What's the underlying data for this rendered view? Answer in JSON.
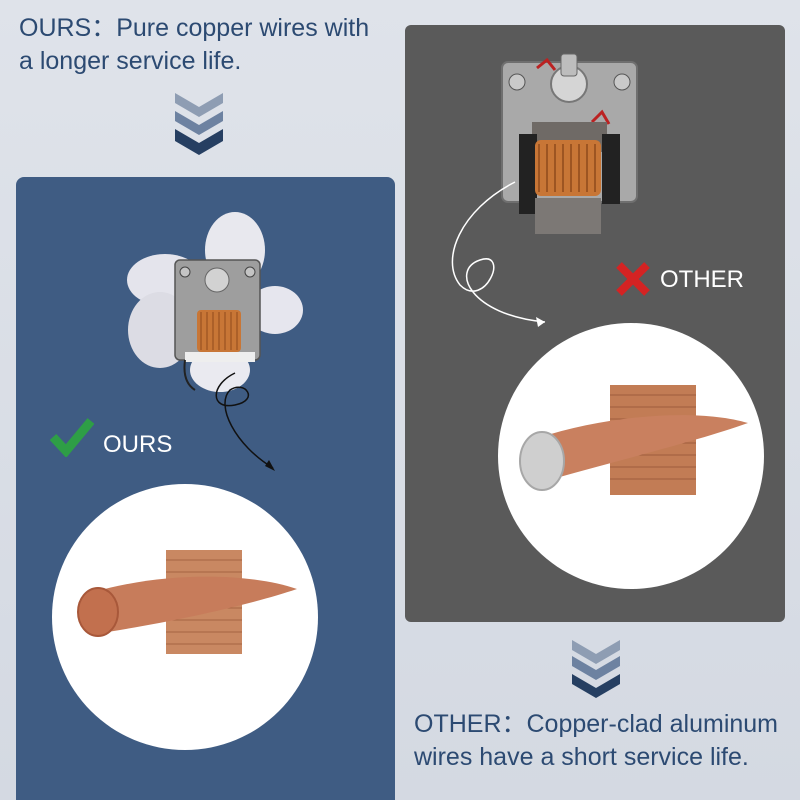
{
  "ours_caption": {
    "line1": "OURS：Pure copper wires with",
    "line2": "a longer service life."
  },
  "other_caption": {
    "line1": "OTHER：Copper-clad aluminum",
    "line2": "wires have a short service life."
  },
  "labels": {
    "ours": "OURS",
    "other": "OTHER"
  },
  "icons": {
    "ours_mark": "green-check-icon",
    "other_mark": "red-x-icon",
    "arrows": "chevron-down-icon"
  },
  "colors": {
    "ours_panel": "#3f5c83",
    "other_panel": "#5a5a5a",
    "caption_text": "#2c4a72",
    "check": "#2e9e46",
    "cross": "#d42323",
    "copper": "#c9805f"
  }
}
